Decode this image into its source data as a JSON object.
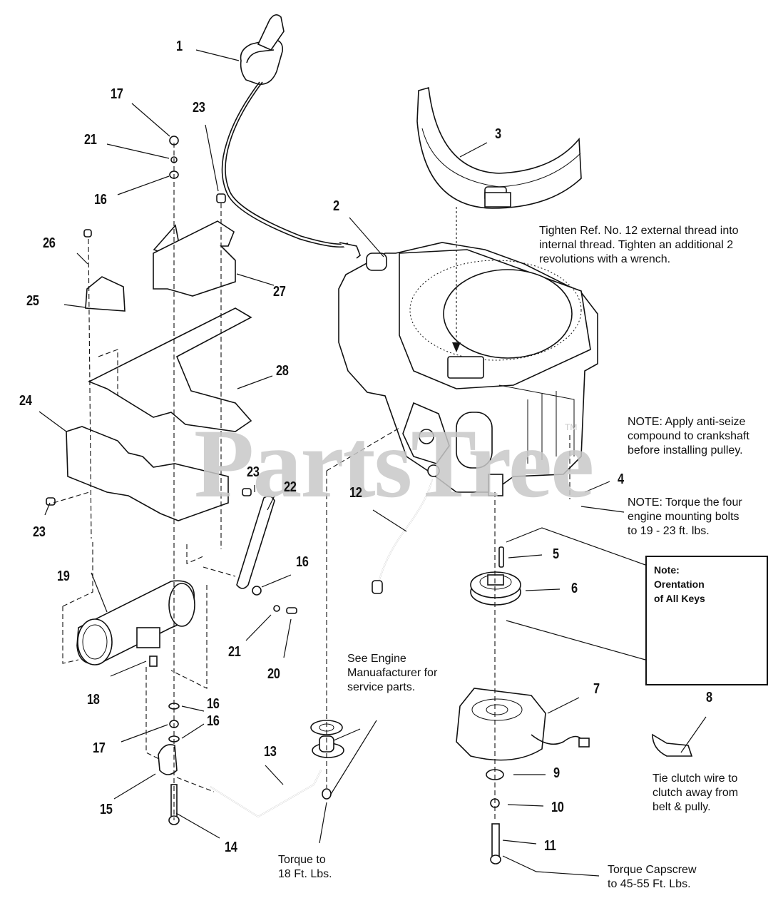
{
  "diagram": {
    "type": "exploded-parts-diagram",
    "subject": "Engine, clutch & muffler assembly",
    "watermark": "PartsTree",
    "watermark_tm": "TM"
  },
  "callouts": [
    {
      "id": "c1",
      "label": "1"
    },
    {
      "id": "c2",
      "label": "2"
    },
    {
      "id": "c3",
      "label": "3"
    },
    {
      "id": "c4",
      "label": "4"
    },
    {
      "id": "c5",
      "label": "5"
    },
    {
      "id": "c6",
      "label": "6"
    },
    {
      "id": "c7",
      "label": "7"
    },
    {
      "id": "c8",
      "label": "8"
    },
    {
      "id": "c9",
      "label": "9"
    },
    {
      "id": "c10",
      "label": "10"
    },
    {
      "id": "c11",
      "label": "11"
    },
    {
      "id": "c12",
      "label": "12"
    },
    {
      "id": "c13",
      "label": "13"
    },
    {
      "id": "c14",
      "label": "14"
    },
    {
      "id": "c15",
      "label": "15"
    },
    {
      "id": "c16a",
      "label": "16"
    },
    {
      "id": "c16b",
      "label": "16"
    },
    {
      "id": "c16c",
      "label": "16"
    },
    {
      "id": "c16d",
      "label": "16"
    },
    {
      "id": "c17a",
      "label": "17"
    },
    {
      "id": "c17b",
      "label": "17"
    },
    {
      "id": "c18",
      "label": "18"
    },
    {
      "id": "c19",
      "label": "19"
    },
    {
      "id": "c20",
      "label": "20"
    },
    {
      "id": "c21a",
      "label": "21"
    },
    {
      "id": "c21b",
      "label": "21"
    },
    {
      "id": "c22",
      "label": "22"
    },
    {
      "id": "c23a",
      "label": "23"
    },
    {
      "id": "c23b",
      "label": "23"
    },
    {
      "id": "c23c",
      "label": "23"
    },
    {
      "id": "c24",
      "label": "24"
    },
    {
      "id": "c25",
      "label": "25"
    },
    {
      "id": "c26",
      "label": "26"
    },
    {
      "id": "c27",
      "label": "27"
    },
    {
      "id": "c28",
      "label": "28"
    }
  ],
  "notes": {
    "tighten_ref12": "Tighten Ref. No. 12 external thread into\ninternal thread. Tighten an additional 2\nrevolutions with a wrench.",
    "anti_seize": "NOTE: Apply anti-seize\ncompound to crankshaft\nbefore installing pulley.",
    "torque_mounting_bolts": "NOTE: Torque the four\nengine mounting bolts\nto 19 - 23 ft. lbs.",
    "key_orientation": "Note:\nOrentation\nof All Keys",
    "see_engine_manufacturer": "See Engine\nManuafacturer for\nservice parts.",
    "tie_clutch_wire": "Tie clutch wire to\nclutch away from\nbelt & pully.",
    "torque_18": "Torque to\n18 Ft. Lbs.",
    "torque_capscrew": "Torque Capscrew\nto 45-55 Ft. Lbs."
  }
}
